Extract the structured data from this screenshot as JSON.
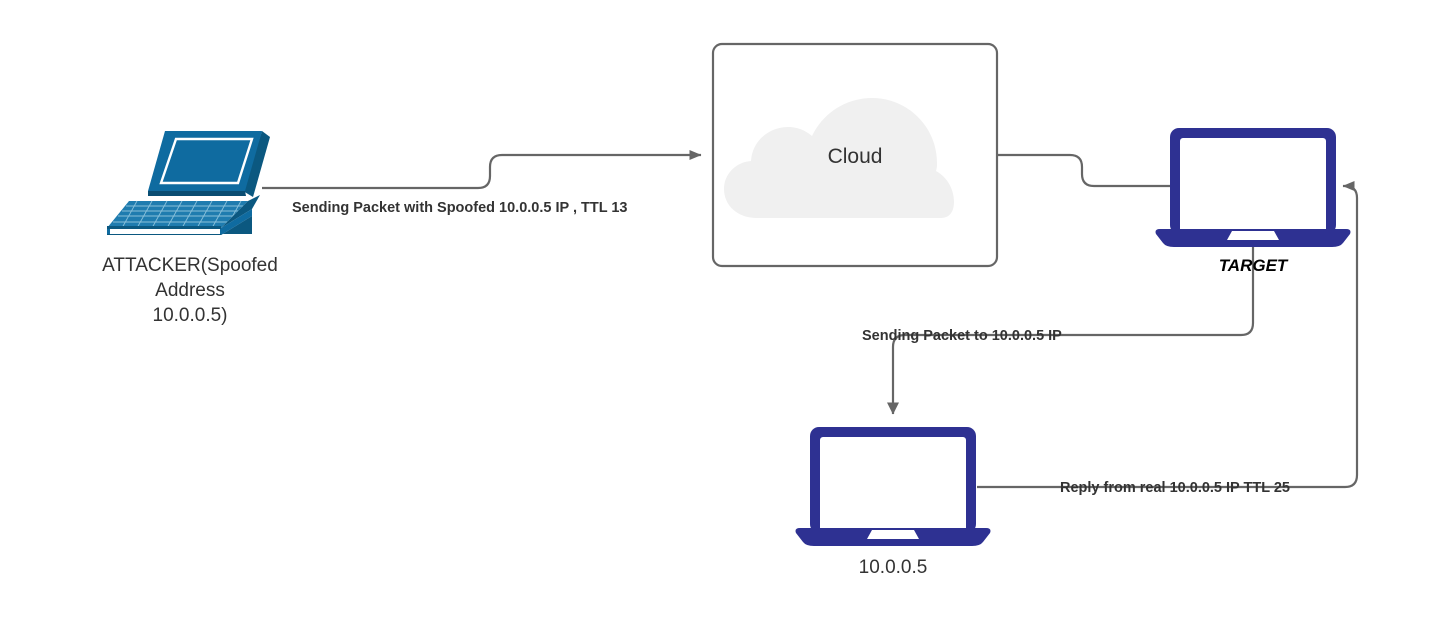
{
  "diagram": {
    "title": "IP Spoofing / TTL reflection network diagram",
    "background": "#ffffff",
    "colors": {
      "attacker_laptop": "#0f6ba0",
      "attacker_laptop_dark": "#0b5880",
      "attacker_laptop_light": "#3e8cb8",
      "node_navy": "#2e3192",
      "edge_stroke": "#666666",
      "edge_label_text": "#333333",
      "cloud_fill": "#f0f0f0",
      "cloud_box_stroke": "#666666",
      "screen_white": "#ffffff"
    }
  },
  "nodes": {
    "attacker": {
      "icon": "laptop-3d-icon",
      "label_lines": [
        "ATTACKER(Spoofed",
        "Address",
        "10.0.0.5)"
      ]
    },
    "cloud": {
      "icon": "cloud-icon",
      "label": "Cloud"
    },
    "target": {
      "icon": "laptop-icon",
      "label": "TARGET"
    },
    "victim": {
      "icon": "laptop-icon",
      "label": "10.0.0.5"
    }
  },
  "edges": [
    {
      "id": "attacker-to-cloud",
      "label": "Sending Packet with Spoofed 10.0.0.5 IP , TTL 13",
      "from": "attacker",
      "to": "cloud",
      "arrowhead": "right"
    },
    {
      "id": "cloud-to-target",
      "label": "",
      "from": "cloud",
      "to": "target",
      "arrowhead": "none"
    },
    {
      "id": "target-to-victim",
      "label": "Sending Packet to 10.0.0.5 IP",
      "from": "target",
      "to": "victim",
      "arrowhead": "down"
    },
    {
      "id": "victim-to-target",
      "label": "Reply from real 10.0.0.5 IP TTL 25",
      "from": "victim",
      "to": "target",
      "arrowhead": "left"
    }
  ]
}
